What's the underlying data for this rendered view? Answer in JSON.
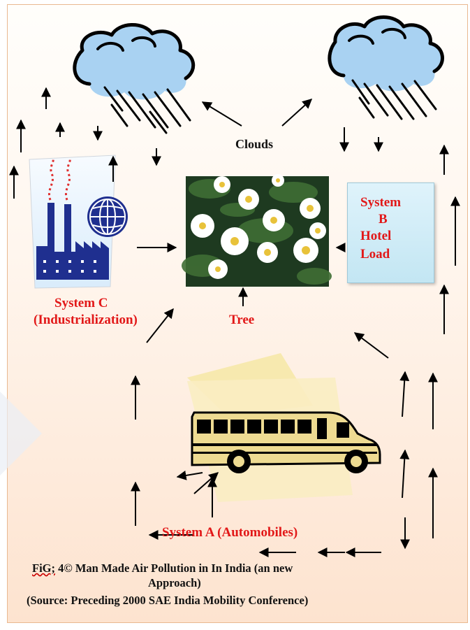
{
  "labels": {
    "clouds": "Clouds",
    "system_c_line1": "System C",
    "system_c_line2": "(Industrialization)",
    "tree": "Tree",
    "system_b_line1": "System",
    "system_b_line2": "B",
    "system_b_line3": "Hotel",
    "system_b_line4": "Load",
    "system_a": "System A (Automobiles)"
  },
  "caption": {
    "fig_prefix": "FiG;",
    "line1_rest": " 4© Man Made Air Pollution in In India (an new",
    "line2": "Approach)",
    "line3": "(Source: Preceding 2000 SAE India Mobility Conference)"
  },
  "colors": {
    "label_red": "#e21818",
    "cloud_fill": "#a9d2f2",
    "factory_blue": "#1f2f8f",
    "bus_yellow": "#f0dc8a",
    "background_peach": "#fde3cf"
  }
}
